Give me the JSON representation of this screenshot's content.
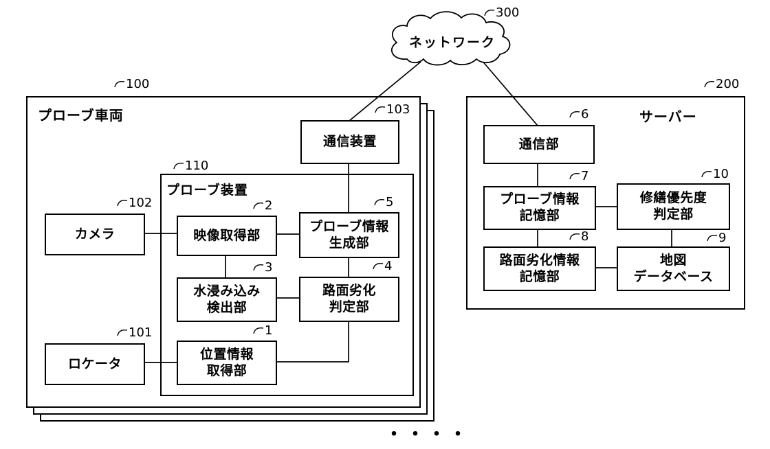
{
  "diagram": {
    "cloud": {
      "label": "ネットワーク",
      "ref": "300"
    },
    "probe_vehicle": {
      "label": "プローブ車両",
      "ref": "100"
    },
    "comm_device": {
      "label": "通信装置",
      "ref": "103"
    },
    "probe_device": {
      "label": "プローブ装置",
      "ref": "110"
    },
    "camera": {
      "label": "カメラ",
      "ref": "102"
    },
    "video_acquisition": {
      "label": "映像取得部",
      "ref": "2"
    },
    "probe_info_generation": {
      "label": "プローブ情報\n生成部",
      "ref": "5"
    },
    "water_soak_detection": {
      "label": "水浸み込み\n検出部",
      "ref": "3"
    },
    "road_deterioration_judgment": {
      "label": "路面劣化\n判定部",
      "ref": "4"
    },
    "position_info_acquisition": {
      "label": "位置情報\n取得部",
      "ref": "1"
    },
    "locator": {
      "label": "ロケータ",
      "ref": "101"
    },
    "server": {
      "label": "サーバー",
      "ref": "200"
    },
    "comm_unit": {
      "label": "通信部",
      "ref": "6"
    },
    "probe_info_storage": {
      "label": "プローブ情報\n記憶部",
      "ref": "7"
    },
    "repair_priority_judgment": {
      "label": "修繕優先度\n判定部",
      "ref": "10"
    },
    "road_deterioration_storage": {
      "label": "路面劣化情報\n記憶部",
      "ref": "8"
    },
    "map_database": {
      "label": "地図\nデータベース",
      "ref": "9"
    },
    "continuation_dots": "・・・・",
    "line_color": "#000000"
  }
}
